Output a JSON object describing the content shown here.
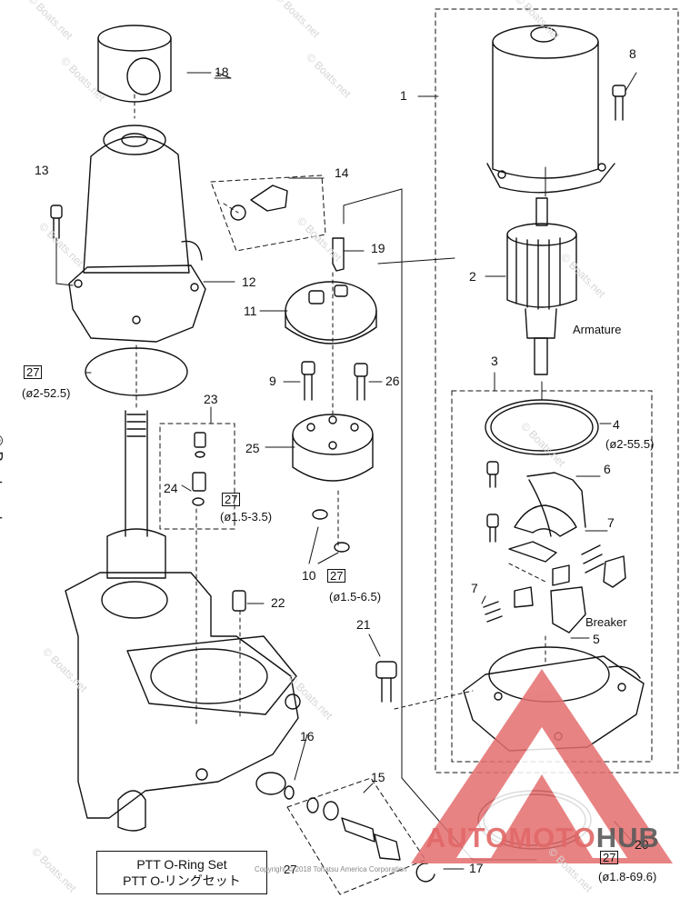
{
  "watermark": "© Boats.net",
  "callouts": {
    "c1": "1",
    "c2": "2",
    "c3": "3",
    "c4": "4",
    "c5": "5",
    "c6": "6",
    "c7a": "7",
    "c7b": "7",
    "c8": "8",
    "c9": "9",
    "c10": "10",
    "c11": "11",
    "c12": "12",
    "c13": "13",
    "c14": "14",
    "c15": "15",
    "c16": "16",
    "c17": "17",
    "c18": "18",
    "c19": "19",
    "c20": "20",
    "c21": "21",
    "c22": "22",
    "c23": "23",
    "c24": "24",
    "c25": "25",
    "c26": "26"
  },
  "seal_refs": {
    "r27a": "27",
    "r27b": "27",
    "r27c": "27",
    "r27d": "27",
    "r27e": "27"
  },
  "sizes": {
    "s1": "(ø2-52.5)",
    "s2": "(ø2-55.5)",
    "s3": "(ø1.5-3.5)",
    "s4": "(ø1.5-6.5)",
    "s5": "(ø1.8-69.6)"
  },
  "part_names": {
    "armature": "Armature",
    "breaker": "Breaker"
  },
  "legend": {
    "line1": "PTT O-Ring Set",
    "line2": "PTT O-リングセット"
  },
  "copyright": "Copyright © 2018 Tohatsu America Corporation",
  "brand": {
    "part1": "AUTOMOTO",
    "part2": "HUB",
    "color": "#e26868"
  }
}
